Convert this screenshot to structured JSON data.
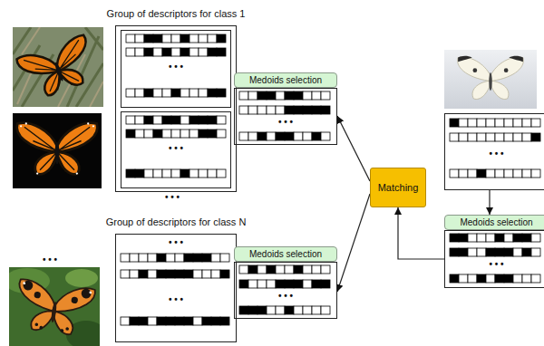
{
  "diagram": {
    "nodes": [
      {
        "text": [
          "Group of descriptors for class 1"
        ]
      },
      {
        "text": [
          "• • •"
        ],
        "in": 0
      },
      {
        "text": [
          "• • •"
        ],
        "in": 0
      },
      {
        "text": [
          "Medoids selection",
          "• • •"
        ]
      },
      {
        "text": [
          "Group of descriptors for class N",
          "• • •",
          "• • •"
        ]
      },
      {
        "text": [
          "Medoids selection",
          "• • •"
        ]
      },
      {
        "text": [
          "Matching"
        ]
      },
      {
        "text": [
          "• • •"
        ]
      },
      {
        "text": [
          "Medoids selection",
          "• • •"
        ]
      }
    ],
    "edges": [
      {
        "from": 7,
        "to": 8,
        "arrow": "to"
      },
      {
        "from": 8,
        "to": 6,
        "arrow": "to"
      },
      {
        "from": 6,
        "to": 3,
        "arrow": "to"
      },
      {
        "from": 6,
        "to": 5,
        "arrow": "to"
      }
    ],
    "labels": [
      "• • •",
      "• • •"
    ]
  }
}
